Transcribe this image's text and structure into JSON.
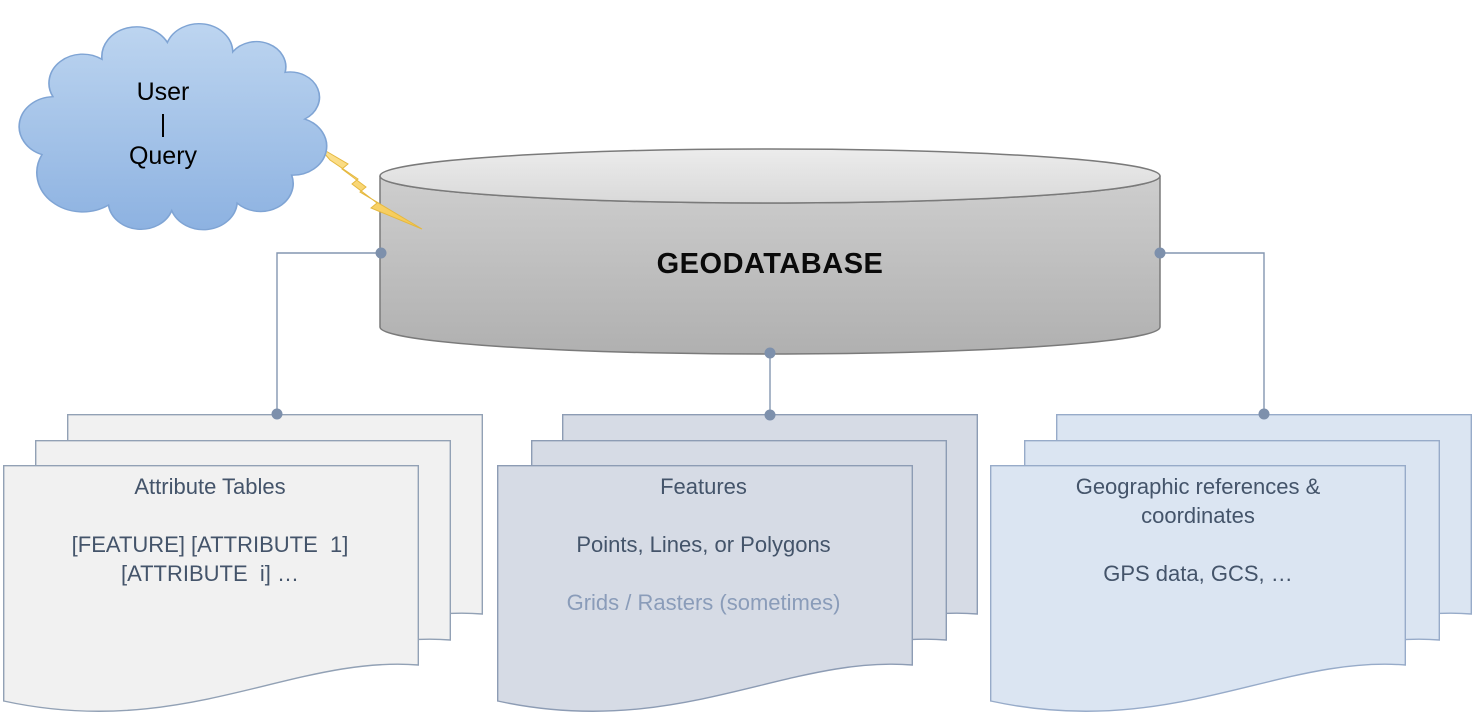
{
  "cloud": {
    "lines": [
      "User",
      "|",
      "Query"
    ]
  },
  "database": {
    "label": "GEODATABASE"
  },
  "stacks": [
    {
      "id": "attribute-tables",
      "title": "Attribute Tables",
      "lines": [
        "[FEATURE] [ATTRIBUTE  1]",
        "[ATTRIBUTE  i] …"
      ]
    },
    {
      "id": "features",
      "title": "Features",
      "lines": [
        "Points, Lines, or Polygons"
      ],
      "muted_line": "Grids / Rasters (sometimes)"
    },
    {
      "id": "geographic-references",
      "title": "Geographic references & coordinates",
      "lines": [
        "GPS data, GCS, …"
      ]
    }
  ],
  "colors": {
    "text_dark": "#44546a",
    "text_muted": "#8a9cb9",
    "connector": "#8496b0",
    "connector_dot": "#7d90ac",
    "card_gray_fill": "#f1f1f1",
    "card_gray_stroke": "#92a1b5",
    "card_slate_fill": "#d6dbe5",
    "card_slate_stroke": "#8d9cb4",
    "card_blue_fill": "#dbe5f2",
    "card_blue_stroke": "#97abc9",
    "cloud_fill_top": "#bdd5f0",
    "cloud_fill_bottom": "#8db2e1",
    "cloud_stroke": "#7fa4d4",
    "bolt_fill_top": "#fce293",
    "bolt_fill_bottom": "#f5c74e",
    "bolt_stroke": "#e5b83f",
    "cylinder_body_top": "#cecece",
    "cylinder_body_bottom": "#b0b0b0",
    "cylinder_top_fill": "#e4e4e4",
    "cylinder_stroke": "#7a7a7a"
  }
}
